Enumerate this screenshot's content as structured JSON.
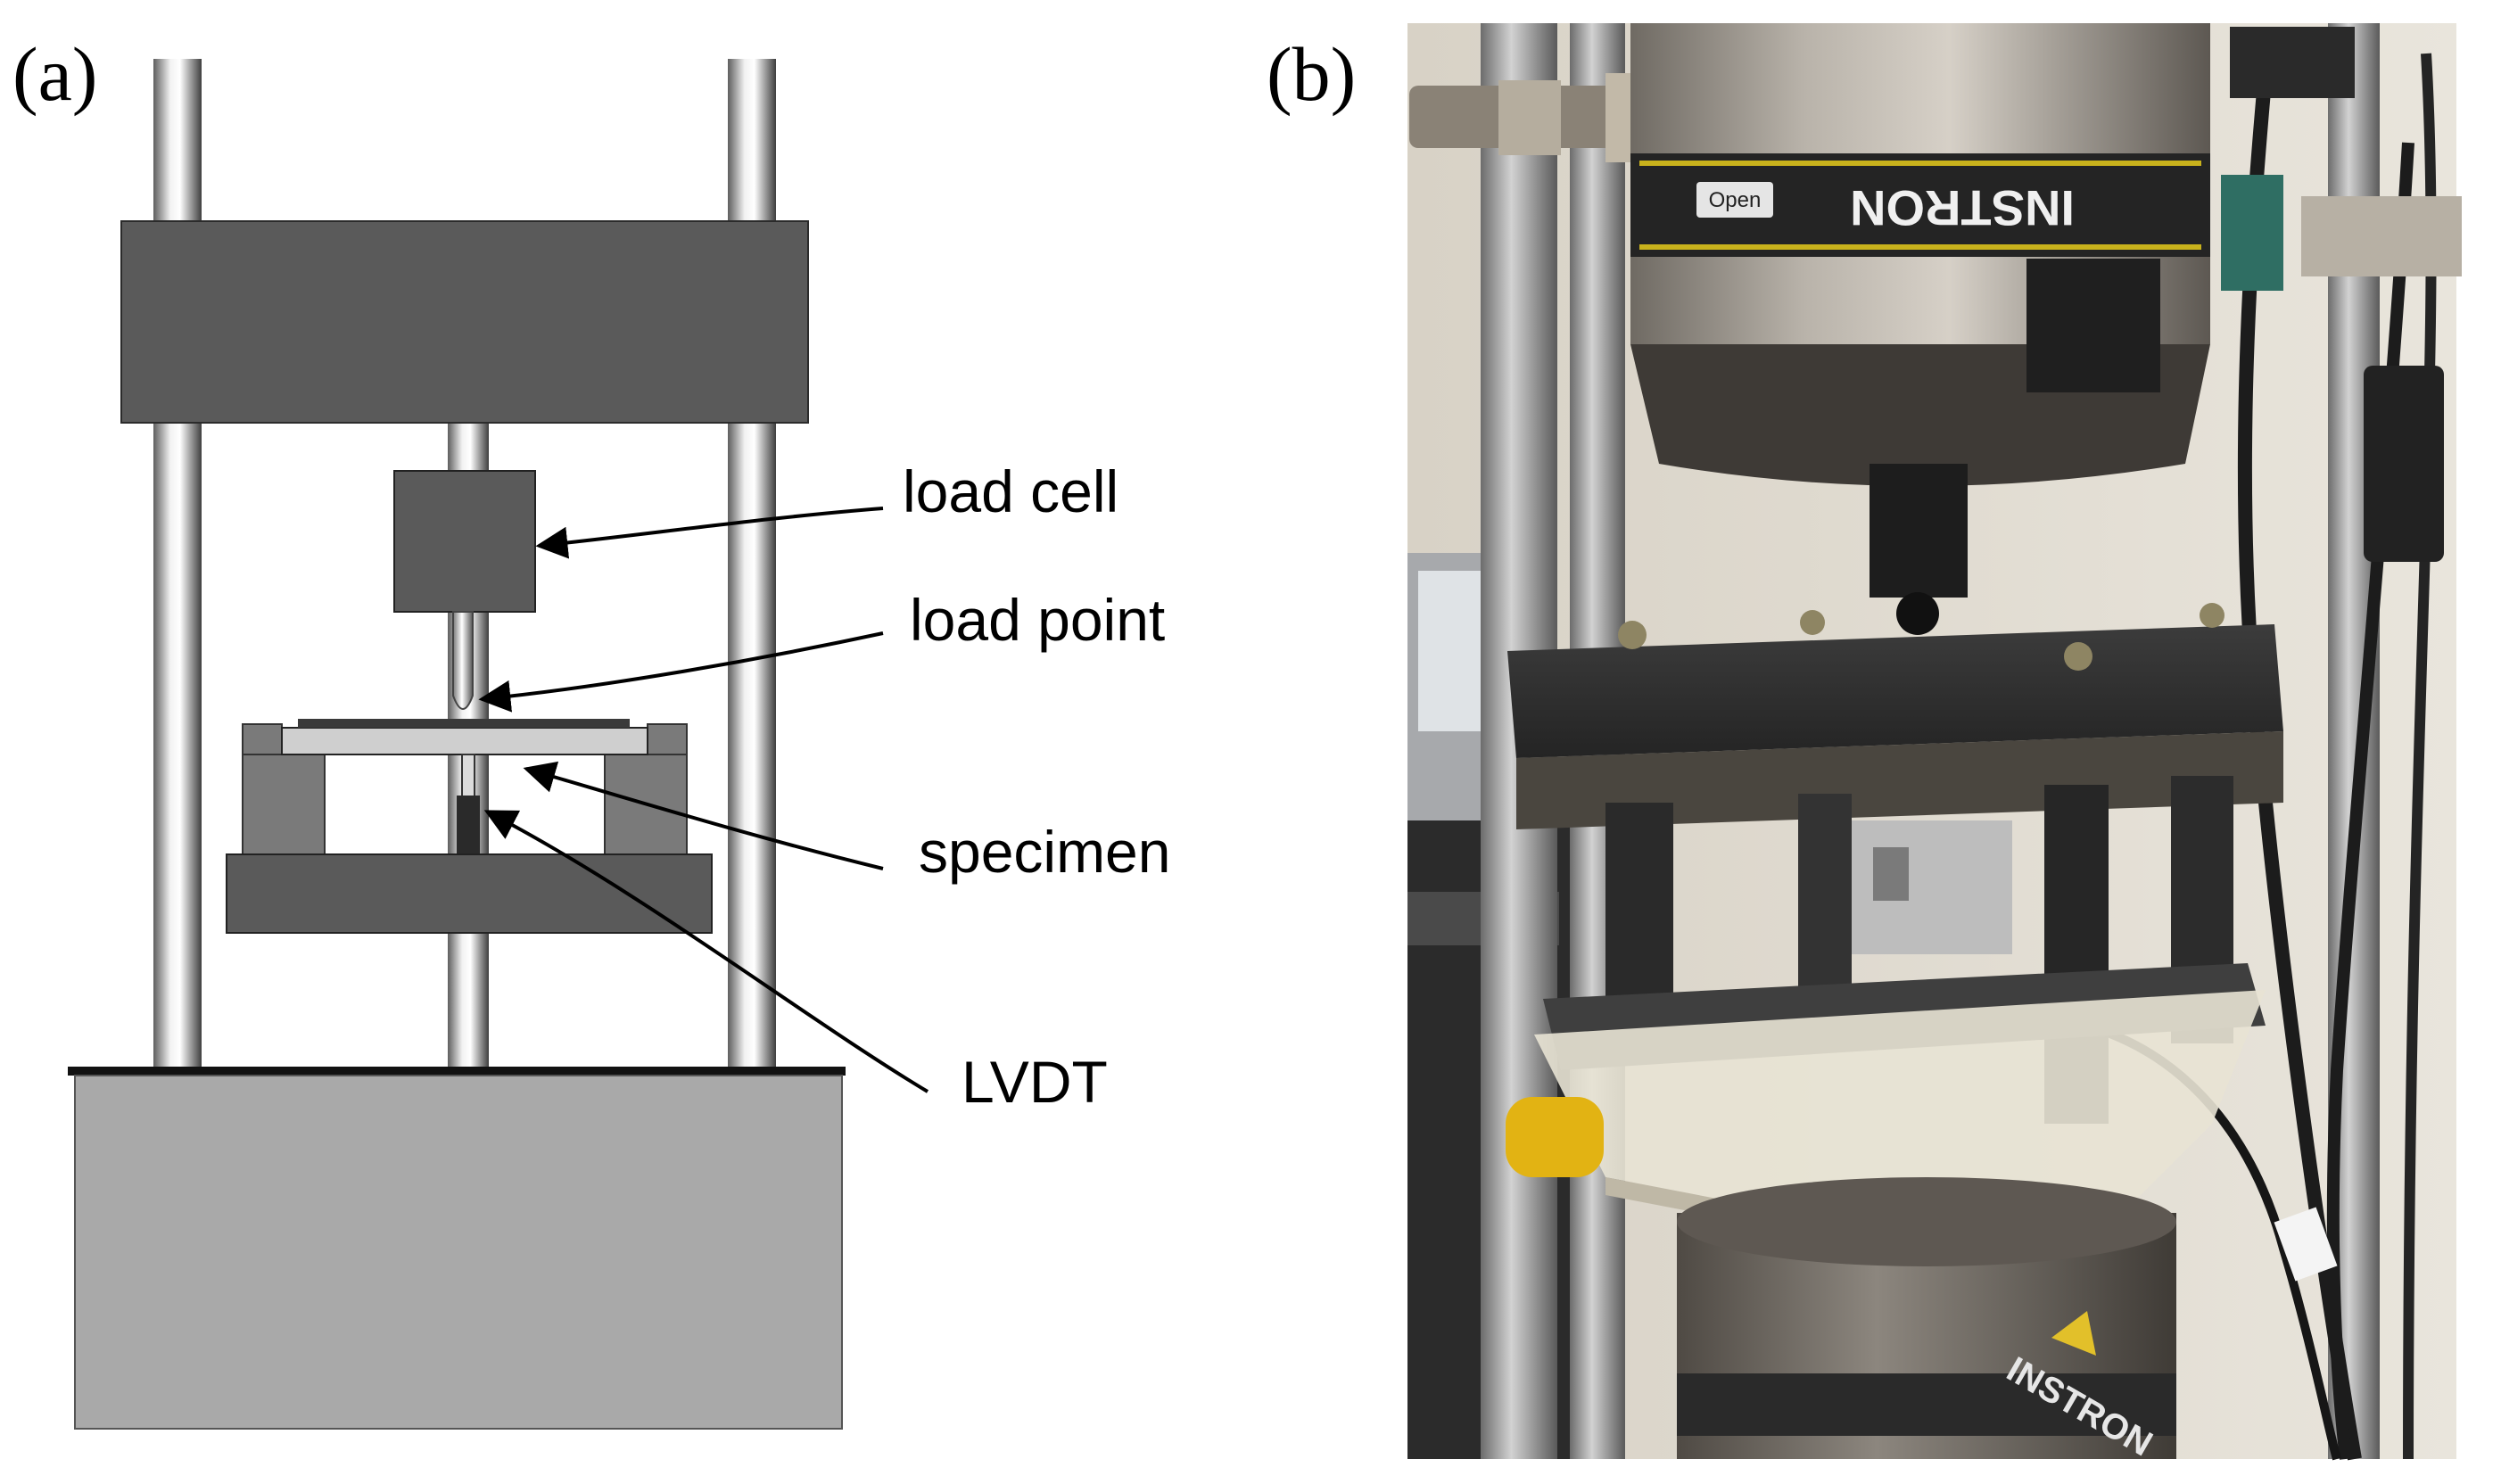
{
  "panels": {
    "a": {
      "label": "(a)"
    },
    "b": {
      "label": "(b)"
    }
  },
  "schematic": {
    "callouts": {
      "load_cell": "load cell",
      "load_point": "load point",
      "specimen": "specimen",
      "lvdt": "LVDT"
    }
  },
  "photo": {
    "brand_text": "INSTRON",
    "tag_text": "Open",
    "brand_text_lower": "INSTRON"
  },
  "colors": {
    "dark_gray": "#5a5a5a",
    "mid_gray": "#7a7a7a",
    "light_gray": "#a9a9a9",
    "specimen_gray": "#cfcfcf"
  }
}
